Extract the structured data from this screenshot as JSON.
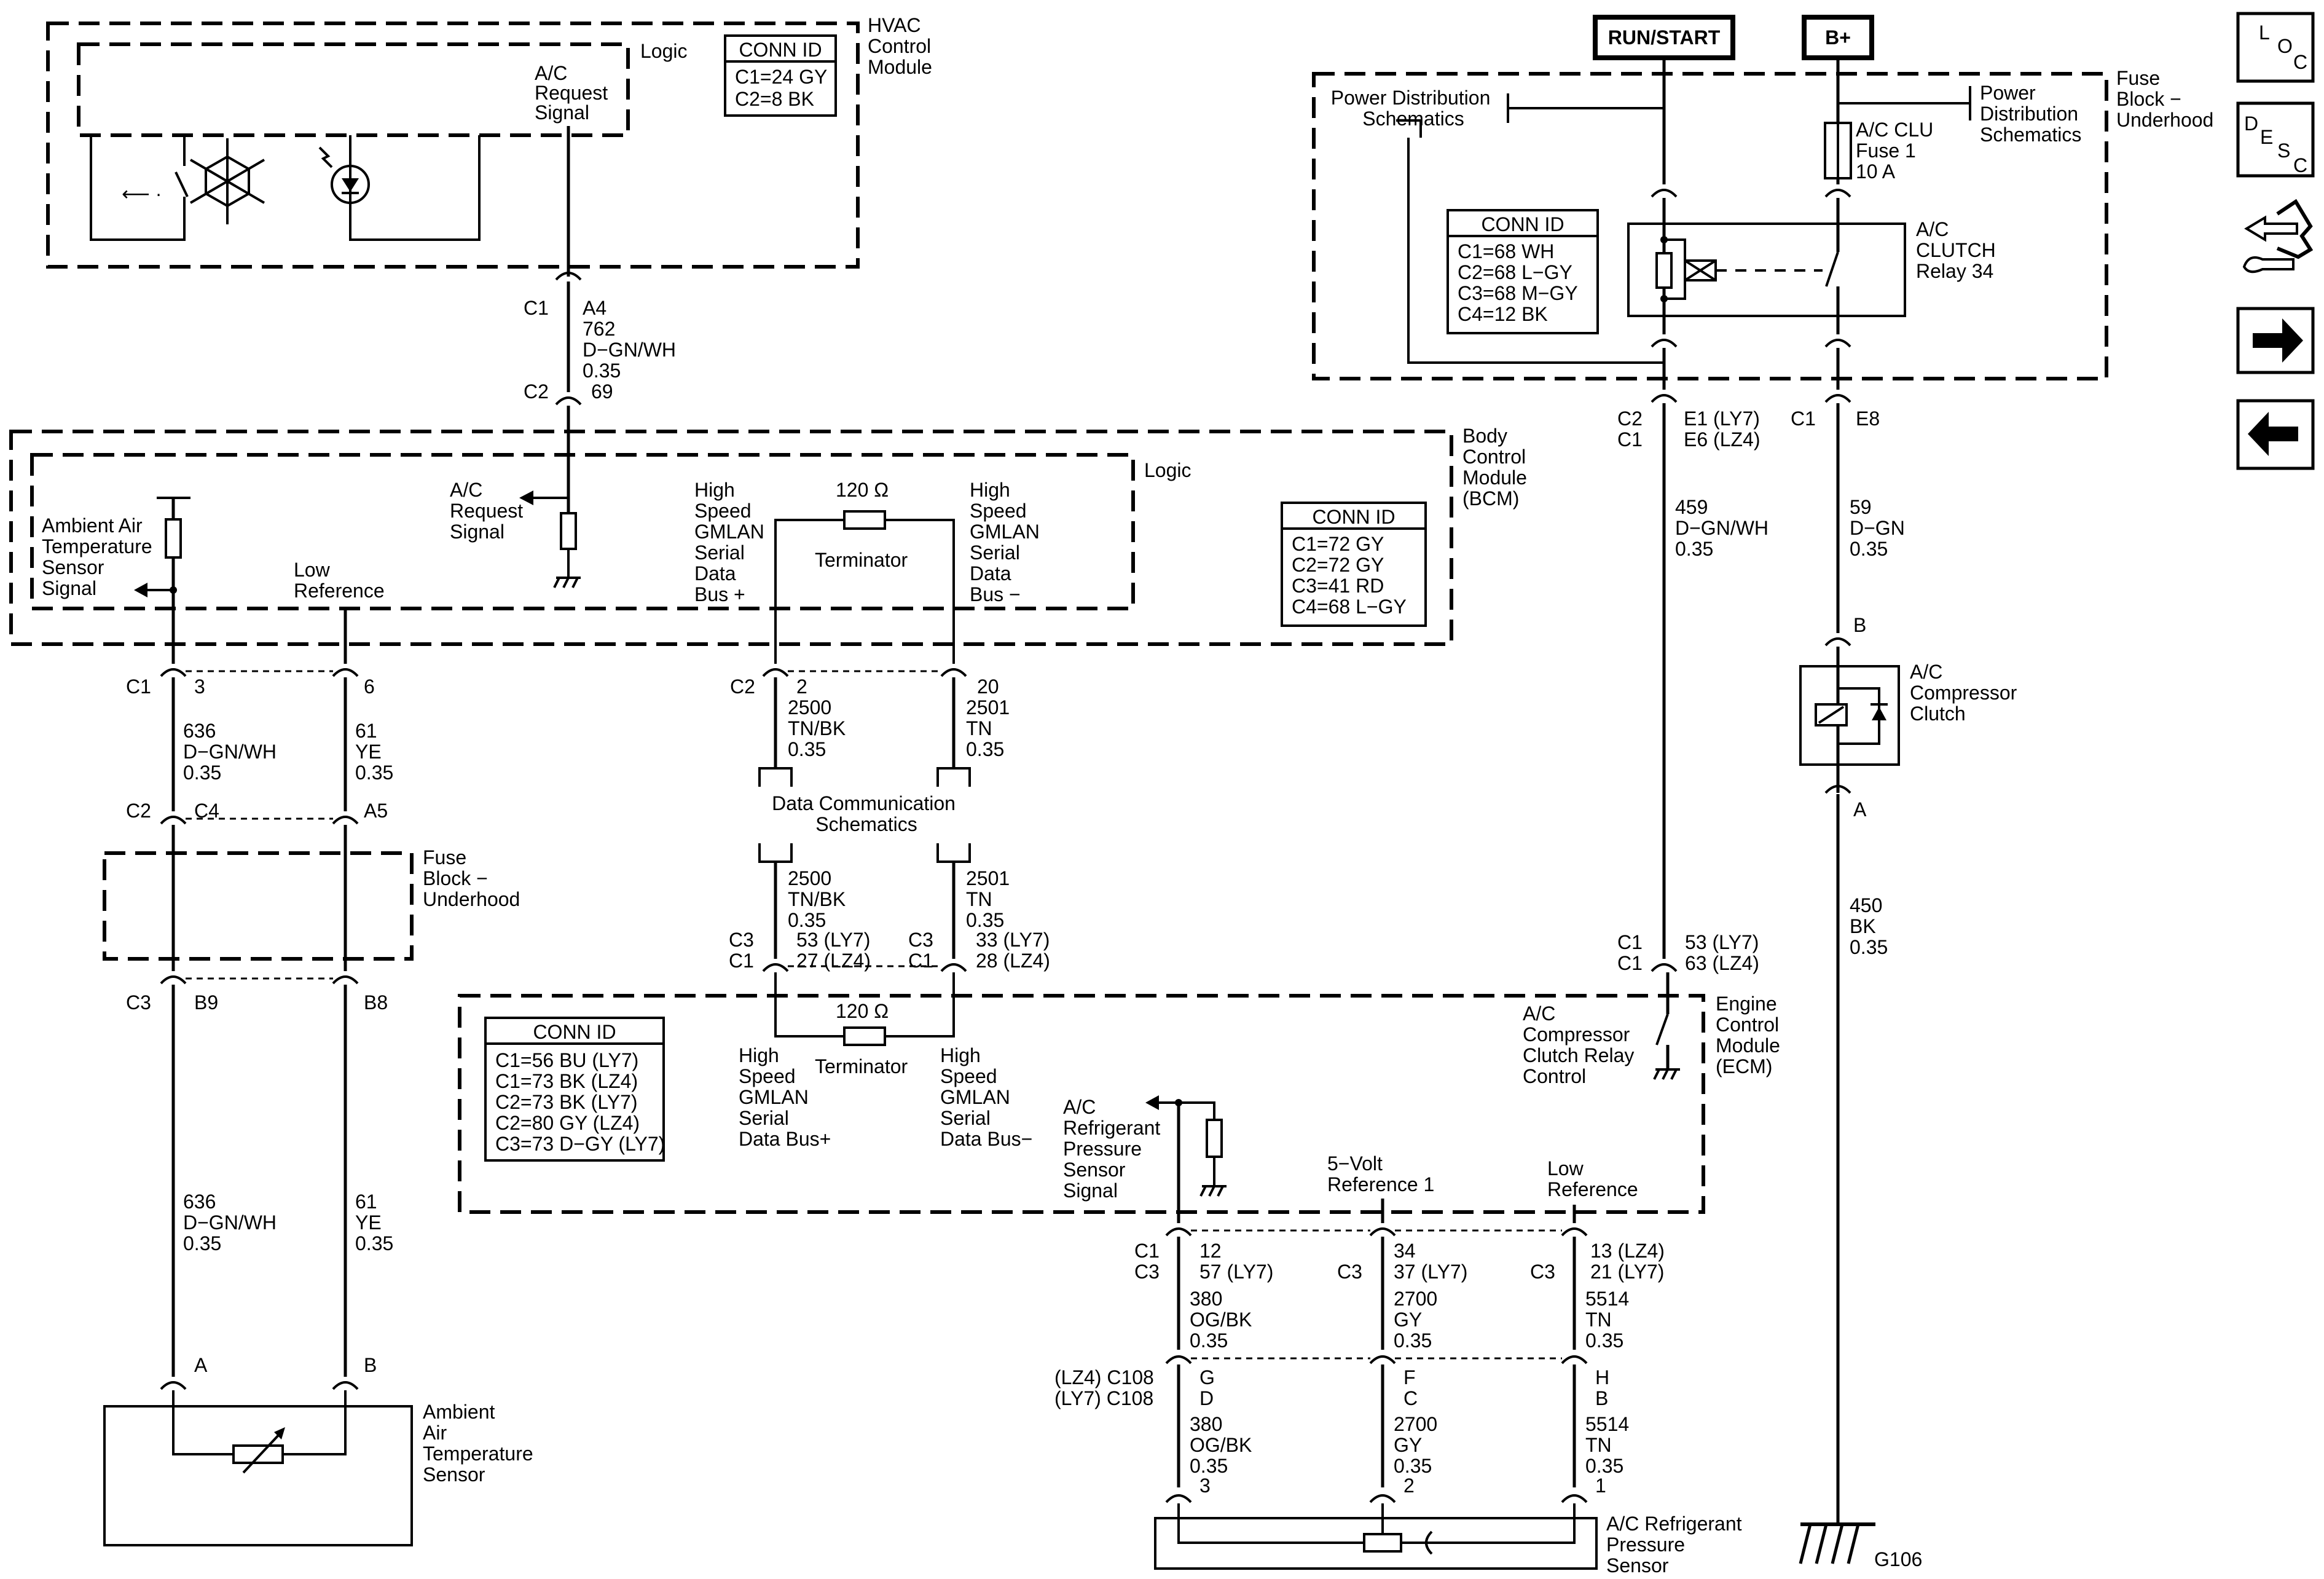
{
  "hvac": {
    "label": [
      "HVAC",
      "Control",
      "Module"
    ],
    "logic": "Logic",
    "ac_request": [
      "A/C",
      "Request",
      "Signal"
    ],
    "conn_title": "CONN ID",
    "conn": [
      "C1=24 GY",
      "C2=8 BK"
    ],
    "pins": [
      "C1",
      "A4",
      "762",
      "D−GN/WH",
      "0.35",
      "C2",
      "69"
    ]
  },
  "bcm": {
    "label": [
      "Body",
      "Control",
      "Module",
      "(BCM)"
    ],
    "logic": "Logic",
    "ambient_signal": [
      "Ambient Air",
      "Temperature",
      "Sensor",
      "Signal"
    ],
    "low_ref": [
      "Low",
      "Reference"
    ],
    "ac_request": [
      "A/C",
      "Request",
      "Signal"
    ],
    "gmlan_left": [
      "High",
      "Speed",
      "GMLAN",
      "Serial",
      "Data",
      "Bus +"
    ],
    "gmlan_right": [
      "High",
      "Speed",
      "GMLAN",
      "Serial",
      "Data",
      "Bus −"
    ],
    "terminator": "Terminator",
    "resistor": "120 Ω",
    "conn_title": "CONN ID",
    "conn": [
      "C1=72 GY",
      "C2=72 GY",
      "C3=41 RD",
      "C4=68 L−GY"
    ]
  },
  "wires_left": {
    "c1_pin_a": [
      "C1",
      "3"
    ],
    "c1_pin_b": "6",
    "wire_a": [
      "636",
      "D−GN/WH",
      "0.35"
    ],
    "wire_b": [
      "61",
      "YE",
      "0.35"
    ],
    "c2_a": [
      "C2",
      "C4"
    ],
    "c2_b": "A5",
    "fuse_block": [
      "Fuse",
      "Block −",
      "Underhood"
    ],
    "c3_a": [
      "C3",
      "B9"
    ],
    "c3_b": "B8",
    "wire_a2": [
      "636",
      "D−GN/WH",
      "0.35"
    ],
    "wire_b2": [
      "61",
      "YE",
      "0.35"
    ],
    "sensor_pins": [
      "A",
      "B"
    ],
    "sensor_label": [
      "Ambient",
      "Air",
      "Temperature",
      "Sensor"
    ]
  },
  "gmlan": {
    "c2_left": [
      "C2",
      "2"
    ],
    "wire_left": [
      "2500",
      "TN/BK",
      "0.35"
    ],
    "pin_right": "20",
    "wire_right": [
      "2501",
      "TN",
      "0.35"
    ],
    "data_comm": [
      "Data Communication",
      "Schematics"
    ],
    "wire_left2": [
      "2500",
      "TN/BK",
      "0.35"
    ],
    "wire_right2": [
      "2501",
      "TN",
      "0.35"
    ],
    "conn_left": [
      "C3",
      "C1"
    ],
    "pins_left": [
      "53 (LY7)",
      "27 (LZ4)"
    ],
    "conn_right": [
      "C3",
      "C1"
    ],
    "pins_right": [
      "33 (LY7)",
      "28 (LZ4)"
    ]
  },
  "ecm": {
    "label": [
      "Engine",
      "Control",
      "Module",
      "(ECM)"
    ],
    "conn_title": "CONN ID",
    "conn": [
      "C1=56 BU (LY7)",
      "C1=73 BK (LZ4)",
      "C2=73 BK (LY7)",
      "C2=80 GY (LZ4)",
      "C3=73 D−GY (LY7)"
    ],
    "gmlan_left": [
      "High",
      "Speed",
      "GMLAN",
      "Serial",
      "Data Bus+"
    ],
    "gmlan_right": [
      "High",
      "Speed",
      "GMLAN",
      "Serial",
      "Data Bus−"
    ],
    "terminator": "Terminator",
    "resistor": "120 Ω",
    "relay_control": [
      "A/C",
      "Compressor",
      "Clutch Relay",
      "Control"
    ],
    "pressure_signal": [
      "A/C",
      "Refrigerant",
      "Pressure",
      "Sensor",
      "Signal"
    ],
    "five_volt": [
      "5−Volt",
      "Reference 1"
    ],
    "low_ref": [
      "Low",
      "Reference"
    ],
    "relay_conn": [
      "C1",
      "C1"
    ],
    "relay_pins": [
      "53 (LY7)",
      "63 (LZ4)"
    ]
  },
  "pressure": {
    "col1_conn": [
      "C1",
      "C3"
    ],
    "col1_pins": [
      "12",
      "57 (LY7)"
    ],
    "col1_wire": [
      "380",
      "OG/BK",
      "0.35"
    ],
    "col2_conn": "C3",
    "col2_pins": [
      "34",
      "37 (LY7)"
    ],
    "col2_wire": [
      "2700",
      "GY",
      "0.35"
    ],
    "col3_conn": "C3",
    "col3_pins": [
      "13 (LZ4)",
      "21 (LY7)"
    ],
    "col3_wire": [
      "5514",
      "TN",
      "0.35"
    ],
    "c108": [
      "(LZ4) C108",
      "(LY7) C108"
    ],
    "col1_c108": [
      "G",
      "D"
    ],
    "col2_c108": [
      "F",
      "C"
    ],
    "col3_c108": [
      "H",
      "B"
    ],
    "col1_wire2": [
      "380",
      "OG/BK",
      "0.35",
      "3"
    ],
    "col2_wire2": [
      "2700",
      "GY",
      "0.35",
      "2"
    ],
    "col3_wire2": [
      "5514",
      "TN",
      "0.35",
      "1"
    ],
    "sensor_label": [
      "A/C Refrigerant",
      "Pressure",
      "Sensor"
    ]
  },
  "fuse_block": {
    "run_start": "RUN/START",
    "bplus": "B+",
    "label": [
      "Fuse",
      "Block −",
      "Underhood"
    ],
    "pds_left": [
      "Power Distribution",
      "Schematics"
    ],
    "pds_right": [
      "Power",
      "Distribution",
      "Schematics"
    ],
    "fuse": [
      "A/C CLU",
      "Fuse 1",
      "10 A"
    ],
    "relay": [
      "A/C",
      "CLUTCH",
      "Relay 34"
    ],
    "conn_title": "CONN ID",
    "conn": [
      "C1=68 WH",
      "C2=68 L−GY",
      "C3=68 M−GY",
      "C4=12 BK"
    ],
    "left_conn": [
      "C2",
      "C1"
    ],
    "left_pins": [
      "E1 (LY7)",
      "E6 (LZ4)"
    ],
    "right_conn": "C1",
    "right_pin": "E8",
    "left_wire": [
      "459",
      "D−GN/WH",
      "0.35"
    ],
    "right_wire": [
      "59",
      "D−GN",
      "0.35"
    ]
  },
  "clutch": {
    "pin_b": "B",
    "label": [
      "A/C",
      "Compressor",
      "Clutch"
    ],
    "pin_a": "A",
    "wire": [
      "450",
      "BK",
      "0.35"
    ],
    "ground": "G106"
  },
  "nav": {
    "loc": [
      "L",
      "O",
      "C"
    ],
    "desc": [
      "D",
      "E",
      "S",
      "C"
    ]
  }
}
